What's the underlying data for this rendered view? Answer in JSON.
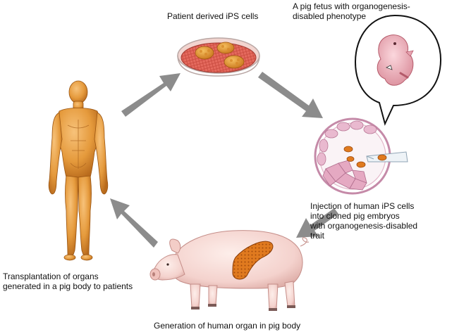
{
  "labels": {
    "ips_cells": "Patient derived iPS cells",
    "pig_fetus": "A pig fetus with organogenesis-\ndisabled phenotype",
    "injection": "Injection of human iPS cells\ninto cloned pig embryos\nwith organogenesis-disabled\ntrait",
    "transplantation": "Transplantation of organs\ngenerated in a pig body to patients",
    "generation": "Generation of  human organ in pig body"
  },
  "colors": {
    "arrow": "#8c8c8c",
    "skin": "#e59a3c",
    "pig_skin": "#f6d8d5",
    "organ": "#e07a1f",
    "dish_red": "#d9534a",
    "embryo_pink": "#e9b9cf"
  }
}
